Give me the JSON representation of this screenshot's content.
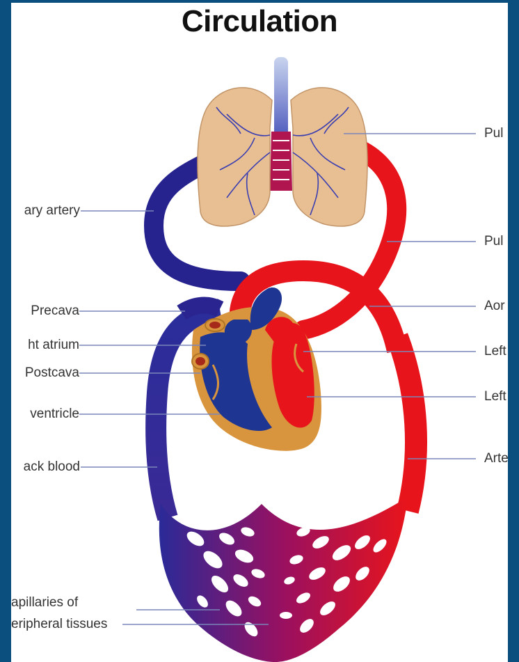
{
  "title": "Circulation",
  "labels_left": [
    "ary artery",
    "Precava",
    "ht atrium",
    "Postcava",
    "ventricle",
    "ack blood",
    "apillaries of",
    "eripheral tissues"
  ],
  "labels_right": [
    "Pul",
    "Pul",
    "Aor",
    "Left",
    "Left",
    "Arte"
  ],
  "colors": {
    "frame": "#0b4f7e",
    "venous": "#1f2a8c",
    "arterial": "#e8141b",
    "lung": "#e8bf93",
    "heart_wall": "#d9953e",
    "capillary": "#8a1060",
    "leader": "#7a86b8"
  }
}
